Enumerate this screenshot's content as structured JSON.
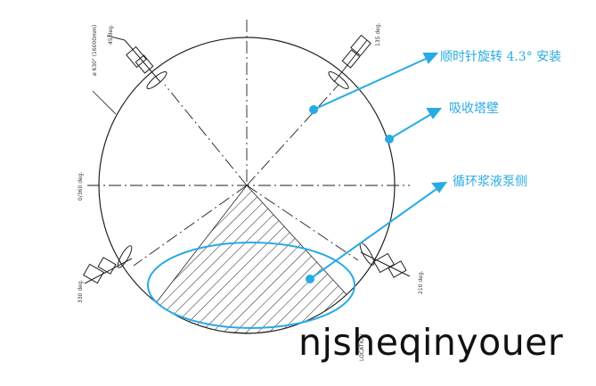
{
  "annotations": {
    "clockwise_install": "顺时针旋转 4.3°  安装",
    "tower_wall": "吸收塔壁",
    "pump_side": "循环浆液泵侧"
  },
  "drawing_labels": {
    "deg_45": "45 deg.",
    "deg_135": "135 deg.",
    "deg_210": "210 deg.",
    "deg_330": "330 deg.",
    "deg_360": "0/360 deg.",
    "diameter": "ø 630\" (16000mm)",
    "location": "LOCATION"
  },
  "watermark": "njsheqinyouer",
  "colors": {
    "accent": "#29abe2",
    "line": "#222222"
  }
}
